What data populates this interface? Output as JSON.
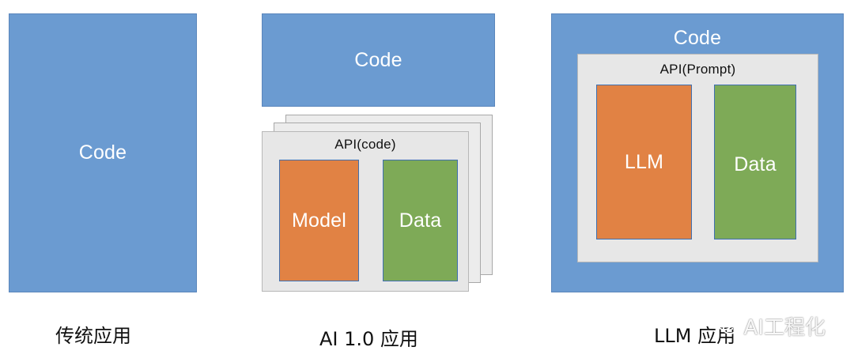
{
  "diagrams": {
    "traditional": {
      "code_label": "Code",
      "caption": "传统应用"
    },
    "ai_1_0": {
      "code_label": "Code",
      "api_label": "API(code)",
      "model_label": "Model",
      "data_label": "Data",
      "caption": "AI 1.0 应用"
    },
    "llm": {
      "code_label": "Code",
      "api_label": "API(Prompt)",
      "llm_label": "LLM",
      "data_label": "Data",
      "caption": "LLM 应用"
    }
  },
  "watermark": {
    "text": "AI工程化",
    "icon": "wechat-icon"
  },
  "colors": {
    "code_blue": "#6b9bd1",
    "api_gray": "#e7e7e7",
    "model_orange": "#e18244",
    "data_green": "#7eaa57"
  }
}
